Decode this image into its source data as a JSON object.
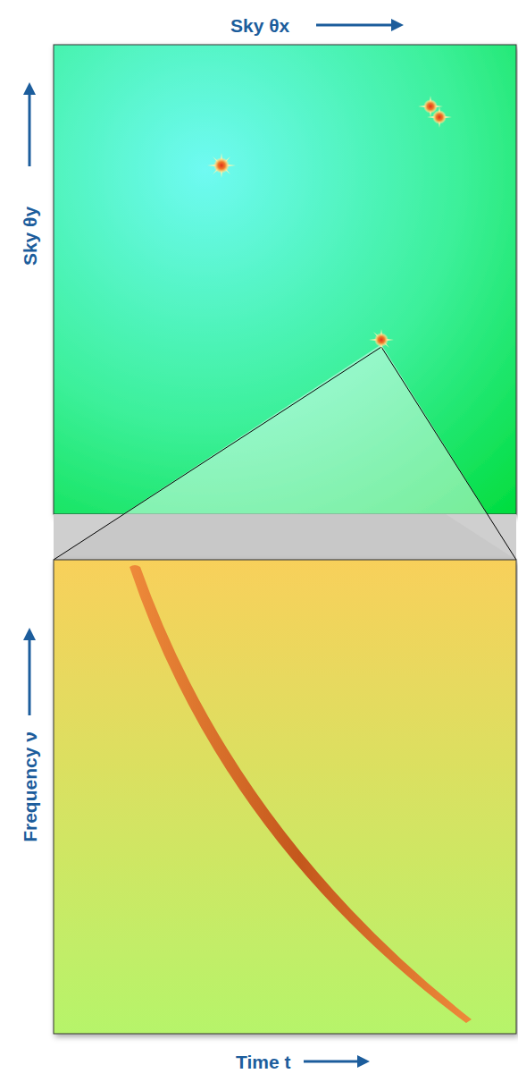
{
  "diagram": {
    "labels": [
      "Sky θx",
      "Sky θy",
      "Frequency ν",
      "Time t"
    ]
  }
}
